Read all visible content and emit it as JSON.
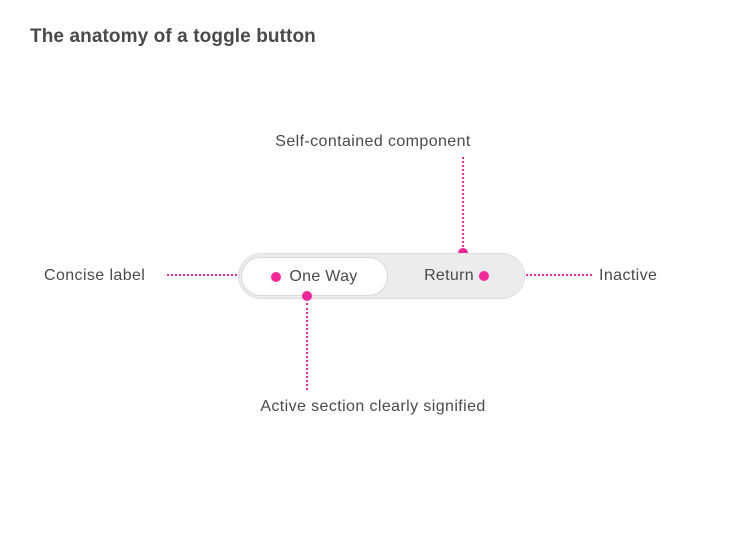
{
  "title": "The anatomy of a toggle button",
  "toggle": {
    "segments": [
      {
        "label": "One Way",
        "state": "active"
      },
      {
        "label": "Return",
        "state": "inactive"
      }
    ]
  },
  "annotations": {
    "top": {
      "label": "Self-contained component"
    },
    "left": {
      "label": "Concise label"
    },
    "right": {
      "label": "Inactive"
    },
    "bottom": {
      "label": "Active section clearly signified"
    }
  },
  "colors": {
    "accent_pink": "#f5289b",
    "text": "#4a4a4a",
    "toggle_background": "#ececec",
    "active_segment_background": "#ffffff",
    "border": "#d9d9d9"
  }
}
